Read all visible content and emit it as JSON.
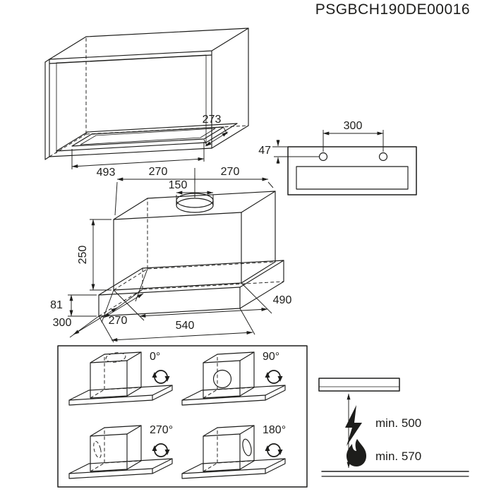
{
  "page": {
    "title": "PSGBCH190DE00016",
    "ink_color": "#1d1d1b",
    "background_color": "#ffffff"
  },
  "cabinet_view": {
    "aperture_depth": "273",
    "aperture_width": "493"
  },
  "front_view": {
    "hole_spacing": "300",
    "top_offset": "47"
  },
  "hood_view": {
    "left_half": "270",
    "right_half": "270",
    "spigot_diameter": "150",
    "body_height": "250",
    "canopy_height": "81",
    "canopy_depth": "300",
    "body_depth": "270",
    "body_width": "490",
    "total_width": "540"
  },
  "rotation_panel": {
    "a0": "0°",
    "a90": "90°",
    "a270": "270°",
    "a180": "180°"
  },
  "clearance_view": {
    "electric_min": "min. 500",
    "gas_min": "min. 570"
  },
  "icons": {
    "rotate": "circular-arrows",
    "lightning": "lightning-bolt",
    "flame": "gas-flame"
  }
}
